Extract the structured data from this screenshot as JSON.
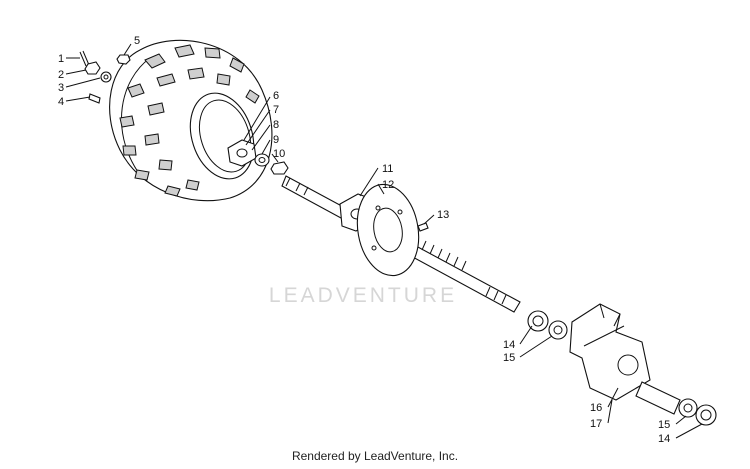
{
  "watermark": "LEADVENTURE",
  "footer": "Rendered by LeadVenture, Inc.",
  "callouts": {
    "c1": "1",
    "c2": "2",
    "c3": "3",
    "c4": "4",
    "c5": "5",
    "c6": "6",
    "c7": "7",
    "c8": "8",
    "c9": "9",
    "c10": "10",
    "c11": "11",
    "c12": "12",
    "c13": "13",
    "c14a": "14",
    "c15a": "15",
    "c16": "16",
    "c17": "17",
    "c15b": "15",
    "c14b": "14"
  }
}
